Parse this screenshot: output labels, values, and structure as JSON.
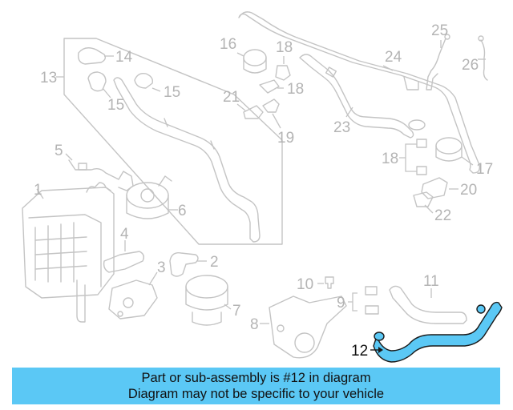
{
  "callouts": [
    "1",
    "2",
    "3",
    "4",
    "5",
    "6",
    "7",
    "8",
    "9",
    "10",
    "11",
    "12",
    "13",
    "14",
    "15",
    "15",
    "16",
    "17",
    "18",
    "18",
    "18",
    "19",
    "20",
    "21",
    "22",
    "23",
    "24",
    "25",
    "26"
  ],
  "highlighted_part": "12",
  "banner": {
    "line1": "Part or sub-assembly is #12 in diagram",
    "line2": "Diagram may not be specific to your vehicle"
  },
  "colors": {
    "banner_bg": "#5bc8f5",
    "highlight_part": "#5bc8f5",
    "line_art": "#c4c4c4",
    "callout_text": "#b4b4b4"
  }
}
